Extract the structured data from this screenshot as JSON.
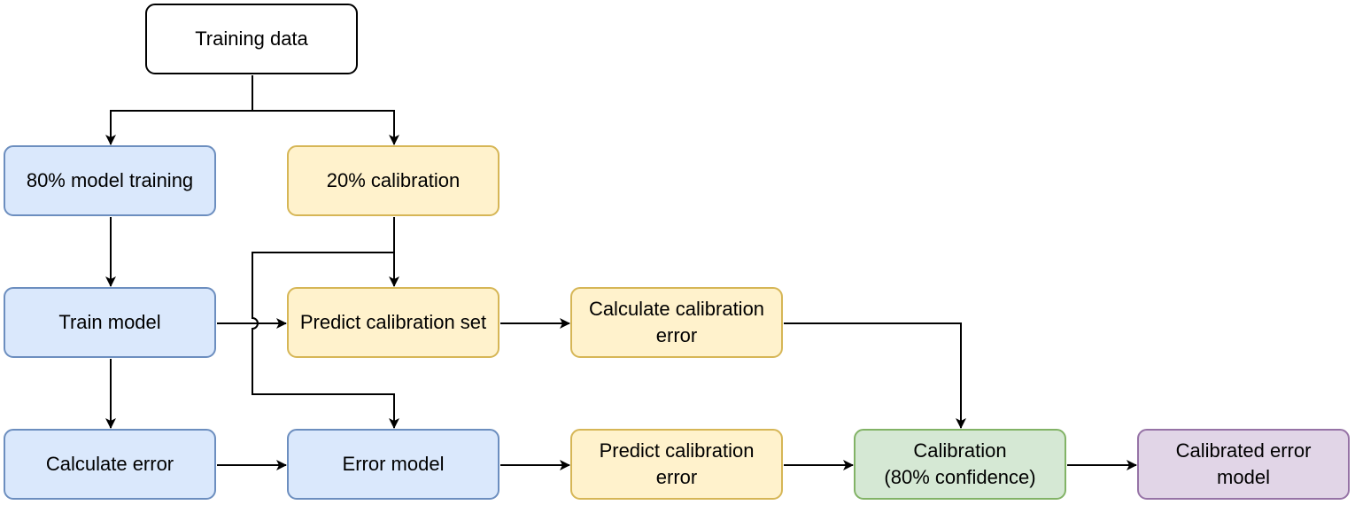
{
  "nodes": {
    "training_data": "Training data",
    "model_training": "80% model training",
    "calibration_split": "20% calibration",
    "train_model": "Train model",
    "predict_calibration_set": "Predict calibration set",
    "calculate_calibration_error": "Calculate calibration\nerror",
    "calculate_error": "Calculate error",
    "error_model": "Error model",
    "predict_calibration_error": "Predict calibration\nerror",
    "calibration": "Calibration\n(80% confidence)",
    "calibrated_error_model": "Calibrated error\nmodel"
  },
  "colors": {
    "line": "#000000",
    "white_fill": "#ffffff",
    "blue_fill": "#dae8fc",
    "blue_stroke": "#6c8ebf",
    "yellow_fill": "#fff2cc",
    "yellow_stroke": "#d6b656",
    "green_fill": "#d5e8d4",
    "green_stroke": "#82b366",
    "purple_fill": "#e1d5e7",
    "purple_stroke": "#9673a6"
  },
  "edges": [
    {
      "from": "training_data",
      "to": "model_training"
    },
    {
      "from": "training_data",
      "to": "calibration_split"
    },
    {
      "from": "model_training",
      "to": "train_model"
    },
    {
      "from": "calibration_split",
      "to": "predict_calibration_set"
    },
    {
      "from": "calibration_split",
      "to": "error_model"
    },
    {
      "from": "train_model",
      "to": "predict_calibration_set"
    },
    {
      "from": "train_model",
      "to": "calculate_error"
    },
    {
      "from": "predict_calibration_set",
      "to": "calculate_calibration_error"
    },
    {
      "from": "calculate_calibration_error",
      "to": "calibration"
    },
    {
      "from": "calculate_error",
      "to": "error_model"
    },
    {
      "from": "error_model",
      "to": "predict_calibration_error"
    },
    {
      "from": "predict_calibration_error",
      "to": "calibration"
    },
    {
      "from": "calibration",
      "to": "calibrated_error_model"
    }
  ]
}
